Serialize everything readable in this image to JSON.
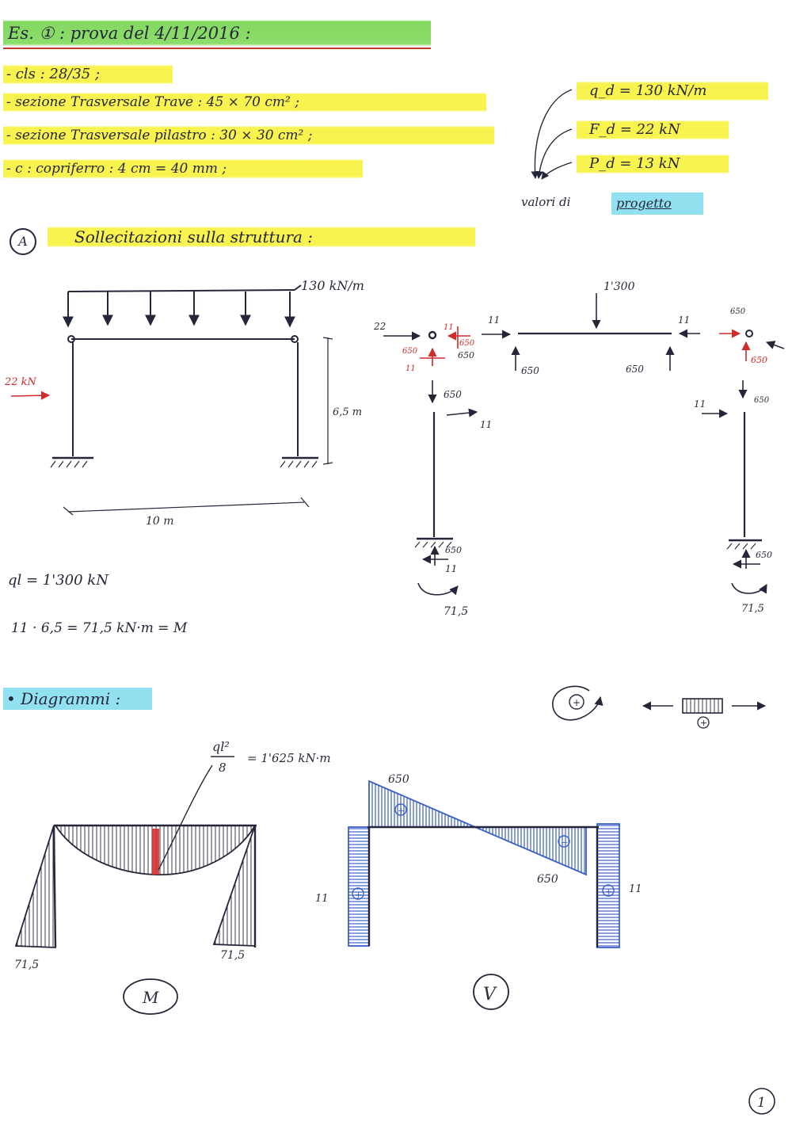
{
  "header": {
    "title": "Es. ① : prova del 4/11/2016 :"
  },
  "data_list": [
    "- cls : 28/35 ;",
    "- sezione Trasversale Trave : 45 × 70 cm² ;",
    "- sezione Trasversale pilastro : 30 × 30 cm² ;",
    "- c : copriferro : 4 cm = 40 mm ;"
  ],
  "design_values": {
    "items": [
      "q_d = 130 kN/m",
      "F_d = 22 kN",
      "P_d = 13 kN"
    ],
    "note_prefix": "valori di",
    "note_word": "progetto"
  },
  "section_a": {
    "marker": "A",
    "title": "Sollecitazioni sulla struttura :"
  },
  "frame": {
    "load_label": "130 kN/m",
    "horizontal_force": "22 kN",
    "height": "6,5 m",
    "span": "10 m"
  },
  "fbd": {
    "left_h": "22",
    "red_11_top": "11",
    "red_650_left": "650",
    "red_650_under": "650",
    "red_11_low": "11",
    "joint_650": "650",
    "beam_axial_left": "11",
    "beam_load": "1'300",
    "beam_axial_right": "11",
    "beam_react_left": "650",
    "beam_react_right": "650",
    "right_top_650": "650",
    "right_red_650": "650",
    "left_col_650": "650",
    "left_col_11": "11",
    "right_col_11": "11",
    "right_col_650": "650",
    "left_base_650": "650",
    "left_base_11": "11",
    "left_base_moment": "71,5",
    "right_base_650": "650",
    "right_base_moment": "71,5"
  },
  "calcs": {
    "ql": "ql = 1'300 kN",
    "moment": "11 · 6,5 = 71,5 kN·m = M"
  },
  "diagrams": {
    "title": "• Diagrammi :",
    "moment_formula_top": "ql²",
    "moment_formula_bottom": "8",
    "moment_formula_value": "= 1'625 kN·m",
    "m_left": "71,5",
    "m_right": "71,5",
    "m_label": "M",
    "v_top": "650",
    "v_bottom": "650",
    "v_left": "11",
    "v_right": "11",
    "v_label": "V",
    "plus_sign": "+",
    "minus_sign": "−"
  },
  "page_number": "1",
  "colors": {
    "green_highlight": "#78d450",
    "yellow_highlight": "#f7f03c",
    "cyan_highlight": "#6ed7eb",
    "ink": "#26263a",
    "red_ink": "#d12a2a",
    "blue_ink": "#3b5fc8"
  }
}
